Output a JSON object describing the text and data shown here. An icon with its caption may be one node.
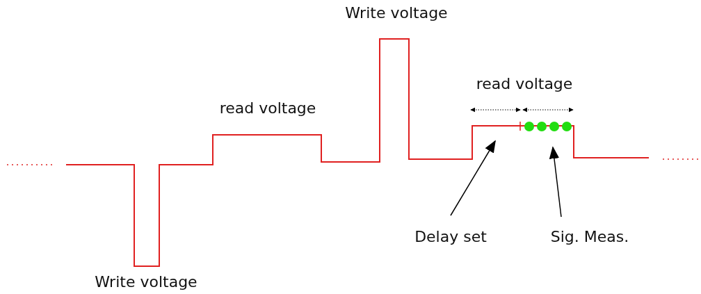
{
  "diagram": {
    "nodes": [
      {
        "text": [
          "Delay set"
        ]
      },
      {
        "text": [
          "Sig. Meas."
        ]
      }
    ],
    "edges": [
      {
        "from": 0,
        "to": null,
        "arrow": "to"
      },
      {
        "from": 1,
        "to": null,
        "arrow": "to"
      }
    ],
    "labels": [
      "Write voltage",
      "read voltage",
      "Write voltage",
      "read voltage"
    ]
  }
}
